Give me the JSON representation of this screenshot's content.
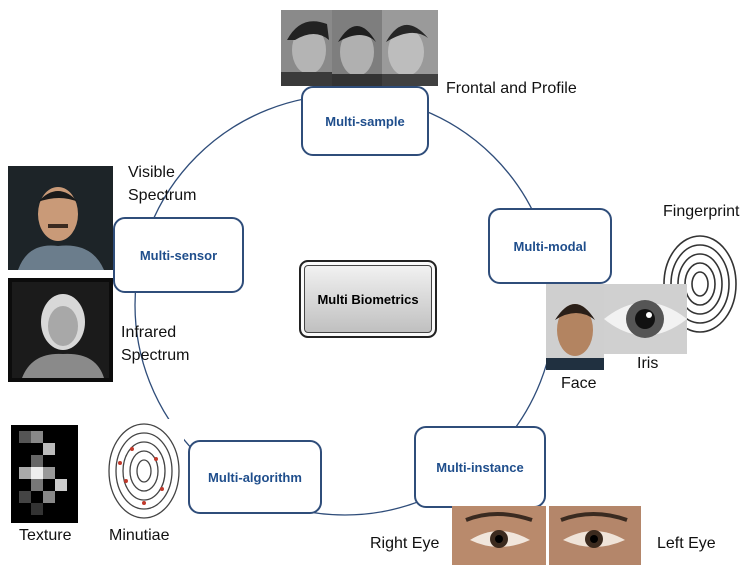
{
  "center": {
    "label": "Multi Biometrics"
  },
  "nodes": {
    "sample": "Multi-sample",
    "modal": "Multi-modal",
    "instance": "Multi-instance",
    "algorithm": "Multi-algorithm",
    "sensor": "Multi-sensor"
  },
  "captions": {
    "frontal_profile": "Frontal and Profile",
    "visible_1": "Visible",
    "visible_2": "Spectrum",
    "infrared_1": "Infrared",
    "infrared_2": "Spectrum",
    "fingerprint": "Fingerprint",
    "face": "Face",
    "iris": "Iris",
    "texture": "Texture",
    "minutiae": "Minutiae",
    "right_eye": "Right Eye",
    "left_eye": "Left Eye"
  },
  "colors": {
    "node_border": "#2f4d7a",
    "node_text": "#1f4e8c",
    "ring": "#2f4d7a"
  }
}
